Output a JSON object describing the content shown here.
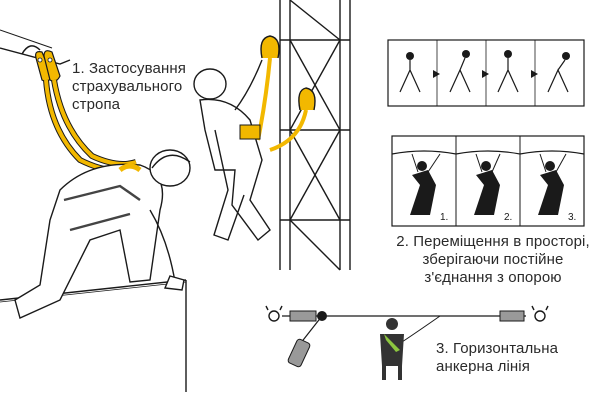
{
  "captions": {
    "section1": "1. Застосування\nстрахувального\nстропа",
    "section2": "2. Переміщення в просторі,\nзберігаючи постійне\nз'єднання з опорою",
    "section3": "3. Горизонтальна\nанкерна лінія"
  },
  "steps": {
    "s1": "1.",
    "s2": "2.",
    "s3": "3."
  },
  "colors": {
    "lanyard": "#f2b800",
    "lanyard_dark": "#c89200",
    "line": "#1a1a1a",
    "figure_green": "#8cc63f",
    "figure_dark": "#333333"
  }
}
